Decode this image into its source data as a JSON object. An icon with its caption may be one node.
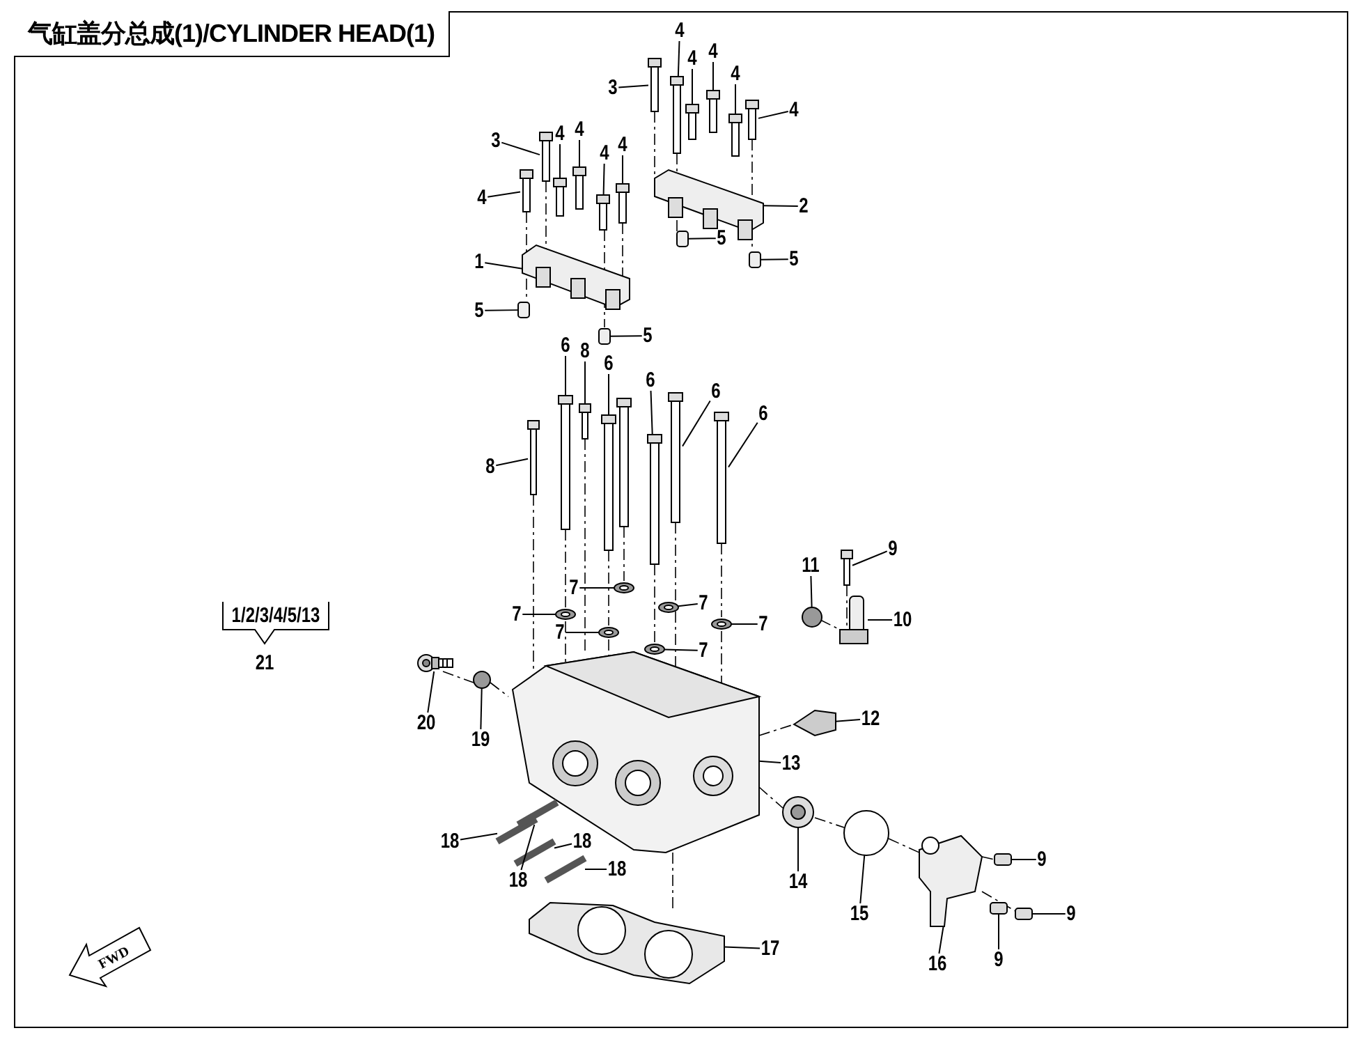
{
  "diagram": {
    "title": "气缸盖分总成(1)/CYLINDER HEAD(1)",
    "nodes": [
      {
        "text": [
          "4"
        ]
      },
      {
        "text": [
          "3"
        ]
      },
      {
        "text": [
          "4"
        ]
      },
      {
        "text": [
          "4"
        ]
      },
      {
        "text": [
          "4"
        ]
      },
      {
        "text": [
          "4"
        ]
      },
      {
        "text": [
          "3"
        ]
      },
      {
        "text": [
          "4"
        ]
      },
      {
        "text": [
          "4"
        ]
      },
      {
        "text": [
          "4"
        ]
      },
      {
        "text": [
          "4"
        ]
      },
      {
        "text": [
          "4"
        ]
      },
      {
        "text": [
          "2"
        ]
      },
      {
        "text": [
          "1"
        ]
      },
      {
        "text": [
          "5"
        ]
      },
      {
        "text": [
          "5"
        ]
      },
      {
        "text": [
          "5"
        ]
      },
      {
        "text": [
          "5"
        ]
      },
      {
        "text": [
          "6"
        ]
      },
      {
        "text": [
          "8"
        ]
      },
      {
        "text": [
          "6"
        ]
      },
      {
        "text": [
          "6"
        ]
      },
      {
        "text": [
          "6"
        ]
      },
      {
        "text": [
          "6"
        ]
      },
      {
        "text": [
          "8"
        ]
      },
      {
        "text": [
          "9"
        ]
      },
      {
        "text": [
          "11"
        ]
      },
      {
        "text": [
          "7"
        ]
      },
      {
        "text": [
          "7"
        ]
      },
      {
        "text": [
          "7"
        ]
      },
      {
        "text": [
          "7"
        ]
      },
      {
        "text": [
          "7"
        ]
      },
      {
        "text": [
          "7"
        ]
      },
      {
        "text": [
          "10"
        ]
      },
      {
        "text": [
          "20"
        ]
      },
      {
        "text": [
          "19"
        ]
      },
      {
        "text": [
          "12"
        ]
      },
      {
        "text": [
          "13"
        ]
      },
      {
        "text": [
          "18"
        ]
      },
      {
        "text": [
          "18"
        ]
      },
      {
        "text": [
          "18"
        ]
      },
      {
        "text": [
          "18"
        ]
      },
      {
        "text": [
          "14"
        ]
      },
      {
        "text": [
          "15"
        ]
      },
      {
        "text": [
          "9"
        ]
      },
      {
        "text": [
          "9"
        ]
      },
      {
        "text": [
          "16"
        ]
      },
      {
        "text": [
          "9"
        ]
      },
      {
        "text": [
          "17"
        ]
      },
      {
        "text": [],
        "shape": "picture"
      },
      {
        "text": [],
        "shape": "picture"
      },
      {
        "text": [],
        "shape": "picture"
      },
      {
        "text": [],
        "shape": "picture"
      },
      {
        "text": [],
        "shape": "picture"
      },
      {
        "text": [],
        "shape": "picture"
      },
      {
        "text": [],
        "shape": "picture"
      },
      {
        "text": [],
        "shape": "picture"
      },
      {
        "text": [],
        "shape": "picture"
      },
      {
        "text": [],
        "shape": "picture"
      },
      {
        "text": [],
        "shape": "picture"
      },
      {
        "text": [],
        "shape": "picture"
      },
      {
        "text": [],
        "shape": "picture"
      },
      {
        "text": [],
        "shape": "picture"
      },
      {
        "text": [],
        "shape": "box"
      },
      {
        "text": [],
        "shape": "box"
      },
      {
        "text": [],
        "shape": "box"
      },
      {
        "text": [],
        "shape": "box"
      },
      {
        "text": [],
        "shape": "picture"
      },
      {
        "text": [],
        "shape": "picture"
      },
      {
        "text": [],
        "shape": "picture"
      },
      {
        "text": [],
        "shape": "picture"
      },
      {
        "text": [],
        "shape": "picture"
      },
      {
        "text": [],
        "shape": "picture"
      },
      {
        "text": [],
        "shape": "picture"
      },
      {
        "text": [],
        "shape": "picture"
      },
      {
        "text": [],
        "shape": "circle"
      },
      {
        "text": [],
        "shape": "picture"
      },
      {
        "text": [],
        "shape": "picture"
      },
      {
        "text": [],
        "shape": "picture"
      },
      {
        "text": [],
        "shape": "picture"
      },
      {
        "text": [],
        "shape": "picture"
      },
      {
        "text": [],
        "shape": "picture"
      },
      {
        "text": [],
        "shape": "picture"
      },
      {
        "text": [],
        "shape": "picture"
      },
      {
        "text": [],
        "shape": "circle"
      },
      {
        "text": [],
        "shape": "picture"
      },
      {
        "text": [],
        "shape": "picture"
      },
      {
        "text": [],
        "shape": "picture"
      },
      {
        "text": [],
        "shape": "picture"
      },
      {
        "text": [],
        "shape": "picture"
      },
      {
        "text": [],
        "shape": "picture"
      },
      {
        "text": [],
        "shape": "picture"
      },
      {
        "text": [],
        "shape": "circle"
      },
      {
        "text": [],
        "shape": "picture"
      },
      {
        "text": [],
        "shape": "picture"
      },
      {
        "text": [],
        "shape": "picture"
      },
      {
        "text": [],
        "shape": "picture"
      },
      {
        "text": [],
        "shape": "picture"
      }
    ],
    "edges": [
      {
        "from": 0,
        "to": 49,
        "arrow": "none"
      },
      {
        "from": 1,
        "to": 50,
        "arrow": "none"
      },
      {
        "from": 2,
        "to": 51,
        "arrow": "none"
      },
      {
        "from": 3,
        "to": 52,
        "arrow": "none"
      },
      {
        "from": 4,
        "to": 53,
        "arrow": "none"
      },
      {
        "from": 5,
        "to": 54,
        "arrow": "none"
      },
      {
        "from": 6,
        "to": 55,
        "arrow": "none"
      },
      {
        "from": 7,
        "to": 56,
        "arrow": "none"
      },
      {
        "from": 8,
        "to": 57,
        "arrow": "none"
      },
      {
        "from": 9,
        "to": 58,
        "arrow": "none"
      },
      {
        "from": 10,
        "to": 59,
        "arrow": "none"
      },
      {
        "from": 11,
        "to": 60,
        "arrow": "none"
      },
      {
        "from": 12,
        "to": 61,
        "arrow": "none"
      },
      {
        "from": 13,
        "to": 62,
        "arrow": "none"
      },
      {
        "from": 14,
        "to": 63,
        "arrow": "none"
      },
      {
        "from": 15,
        "to": 64,
        "arrow": "none"
      },
      {
        "from": 16,
        "to": 65,
        "arrow": "none"
      },
      {
        "from": 17,
        "to": 66,
        "arrow": "none"
      },
      {
        "from": 18,
        "to": 67,
        "arrow": "none"
      },
      {
        "from": 19,
        "to": 68,
        "arrow": "none"
      },
      {
        "from": 20,
        "to": 69,
        "arrow": "none"
      },
      {
        "from": 21,
        "to": 70,
        "arrow": "none"
      },
      {
        "from": 22,
        "to": 71,
        "arrow": "none"
      },
      {
        "from": 23,
        "to": 72,
        "arrow": "none"
      },
      {
        "from": 24,
        "to": 73,
        "arrow": "none"
      },
      {
        "from": 25,
        "to": 74,
        "arrow": "none"
      },
      {
        "from": 26,
        "to": 75,
        "arrow": "none"
      },
      {
        "from": 27,
        "to": 76,
        "arrow": "none"
      },
      {
        "from": 28,
        "to": 77,
        "arrow": "none"
      },
      {
        "from": 29,
        "to": 78,
        "arrow": "none"
      },
      {
        "from": 30,
        "to": 79,
        "arrow": "none"
      },
      {
        "from": 31,
        "to": 80,
        "arrow": "none"
      },
      {
        "from": 32,
        "to": 81,
        "arrow": "none"
      },
      {
        "from": 33,
        "to": 82,
        "arrow": "none"
      },
      {
        "from": 34,
        "to": 83,
        "arrow": "none"
      },
      {
        "from": 35,
        "to": 84,
        "arrow": "none"
      },
      {
        "from": 36,
        "to": 85,
        "arrow": "none"
      },
      {
        "from": 37,
        "to": 86,
        "arrow": "none"
      },
      {
        "from": 38,
        "to": 87,
        "arrow": "none"
      },
      {
        "from": 39,
        "to": 88,
        "arrow": "none"
      },
      {
        "from": 40,
        "to": 89,
        "arrow": "none"
      },
      {
        "from": 41,
        "to": 90,
        "arrow": "none"
      },
      {
        "from": 42,
        "to": 91,
        "arrow": "none"
      },
      {
        "from": 43,
        "to": 92,
        "arrow": "none"
      },
      {
        "from": 44,
        "to": 93,
        "arrow": "none"
      },
      {
        "from": 45,
        "to": 94,
        "arrow": "none"
      },
      {
        "from": 46,
        "to": 95,
        "arrow": "none"
      },
      {
        "from": 47,
        "to": 96,
        "arrow": "none"
      },
      {
        "from": 48,
        "to": 97,
        "arrow": "none"
      }
    ],
    "labels": [
      "1/2/3/4/5/13",
      "21",
      "FWD"
    ]
  }
}
